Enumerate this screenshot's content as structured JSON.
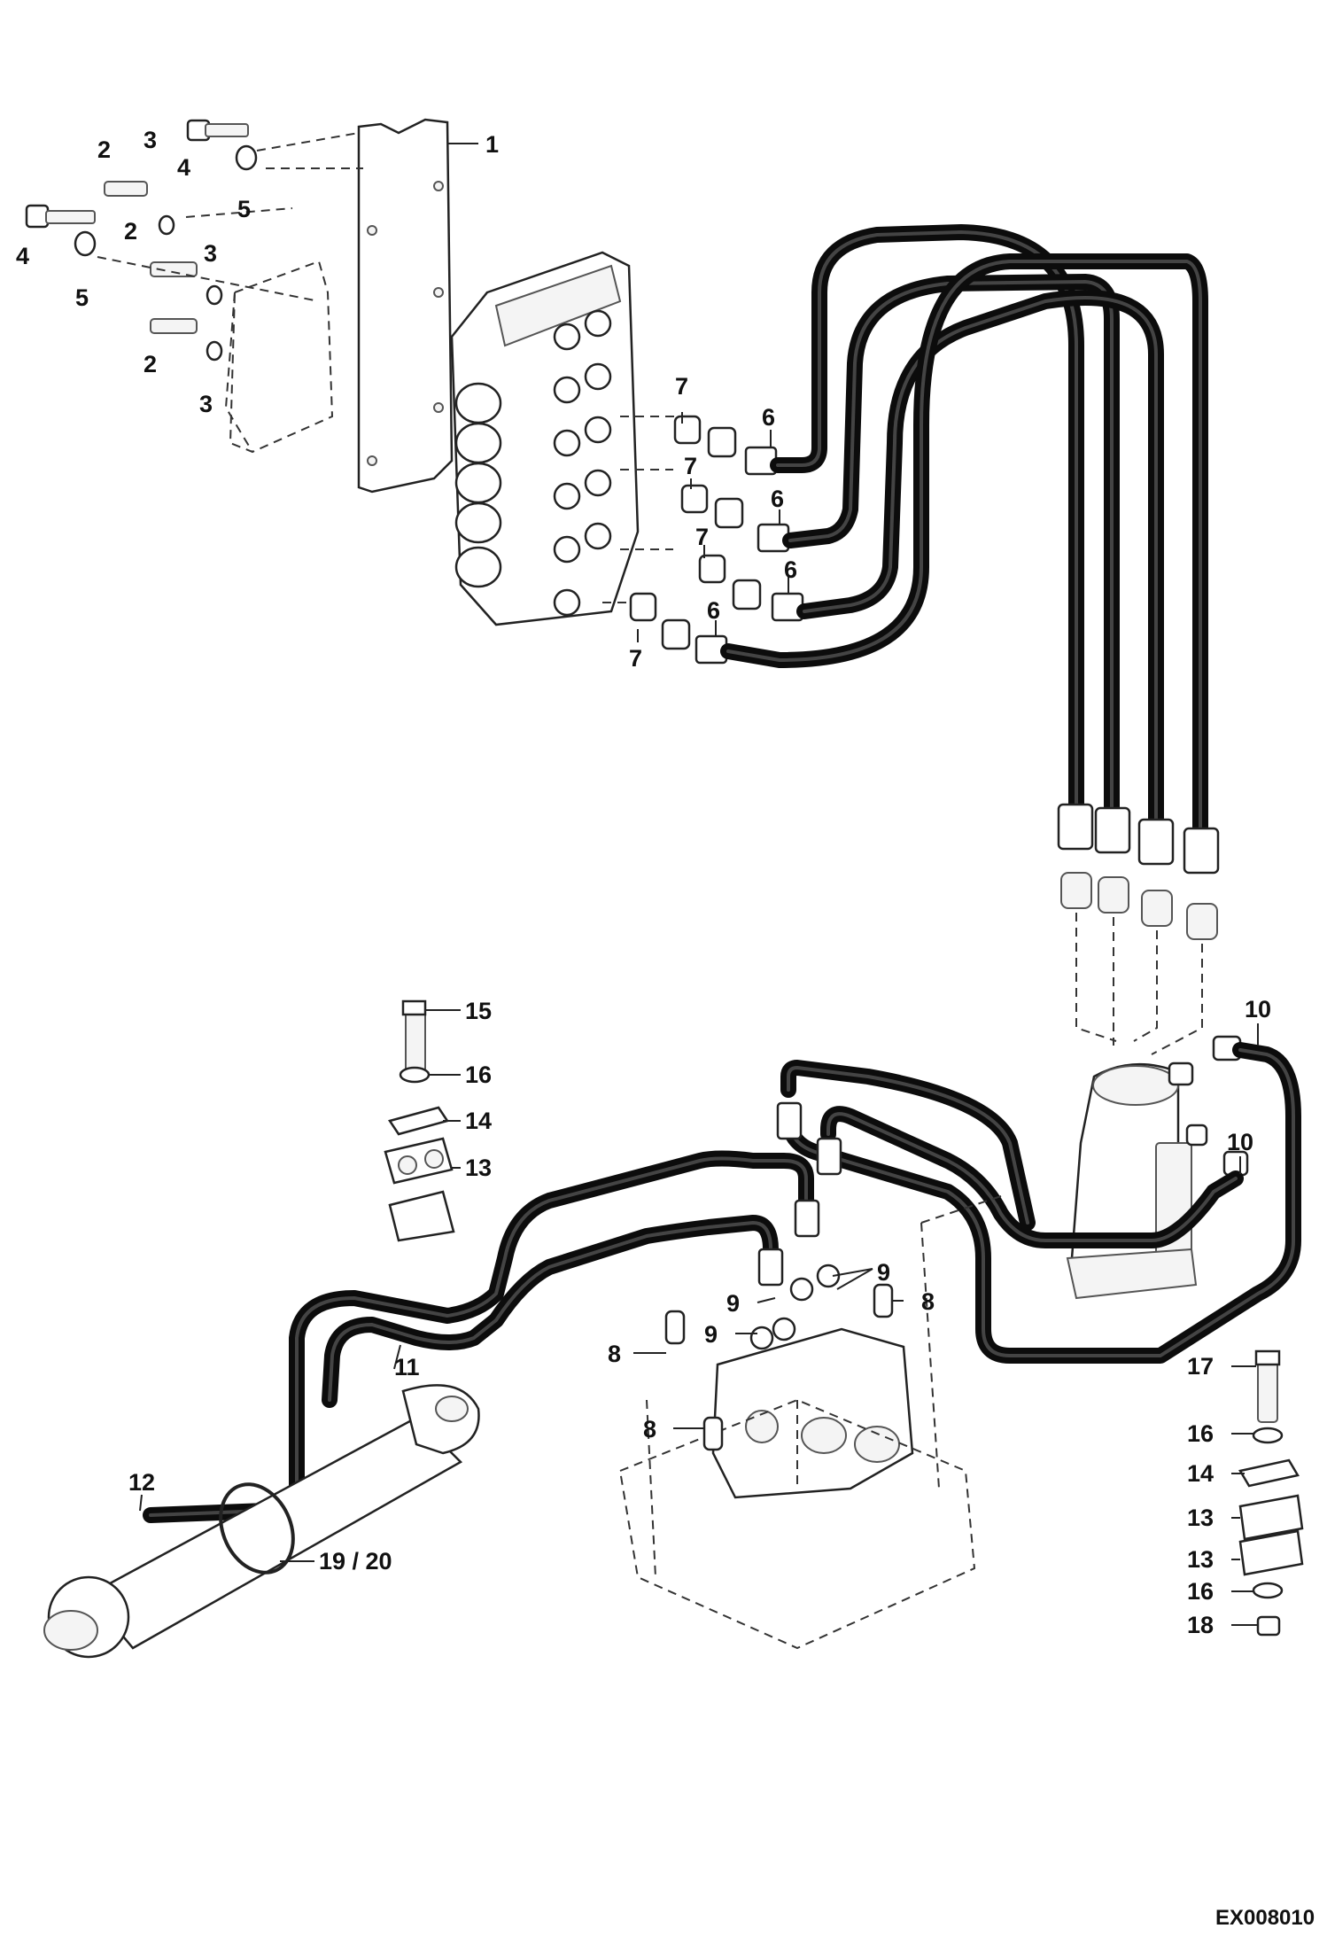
{
  "callouts": [
    {
      "id": "c1",
      "text": "1"
    },
    {
      "id": "c2a",
      "text": "2"
    },
    {
      "id": "c2b",
      "text": "2"
    },
    {
      "id": "c2c",
      "text": "2"
    },
    {
      "id": "c3a",
      "text": "3"
    },
    {
      "id": "c3b",
      "text": "3"
    },
    {
      "id": "c3c",
      "text": "3"
    },
    {
      "id": "c4a",
      "text": "4"
    },
    {
      "id": "c4b",
      "text": "4"
    },
    {
      "id": "c5a",
      "text": "5"
    },
    {
      "id": "c5b",
      "text": "5"
    },
    {
      "id": "c6a",
      "text": "6"
    },
    {
      "id": "c6b",
      "text": "6"
    },
    {
      "id": "c6c",
      "text": "6"
    },
    {
      "id": "c6d",
      "text": "6"
    },
    {
      "id": "c7a",
      "text": "7"
    },
    {
      "id": "c7b",
      "text": "7"
    },
    {
      "id": "c7c",
      "text": "7"
    },
    {
      "id": "c7d",
      "text": "7"
    },
    {
      "id": "c8a",
      "text": "8"
    },
    {
      "id": "c8b",
      "text": "8"
    },
    {
      "id": "c8c",
      "text": "8"
    },
    {
      "id": "c9a",
      "text": "9"
    },
    {
      "id": "c9b",
      "text": "9"
    },
    {
      "id": "c9c",
      "text": "9"
    },
    {
      "id": "c10a",
      "text": "10"
    },
    {
      "id": "c10b",
      "text": "10"
    },
    {
      "id": "c11",
      "text": "11"
    },
    {
      "id": "c12",
      "text": "12"
    },
    {
      "id": "c13a",
      "text": "13"
    },
    {
      "id": "c13b",
      "text": "13"
    },
    {
      "id": "c13c",
      "text": "13"
    },
    {
      "id": "c14a",
      "text": "14"
    },
    {
      "id": "c14b",
      "text": "14"
    },
    {
      "id": "c15",
      "text": "15"
    },
    {
      "id": "c16a",
      "text": "16"
    },
    {
      "id": "c16b",
      "text": "16"
    },
    {
      "id": "c16c",
      "text": "16"
    },
    {
      "id": "c17",
      "text": "17"
    },
    {
      "id": "c18",
      "text": "18"
    },
    {
      "id": "c1920",
      "text": "19 / 20"
    }
  ],
  "drawing_code": "EX008010"
}
